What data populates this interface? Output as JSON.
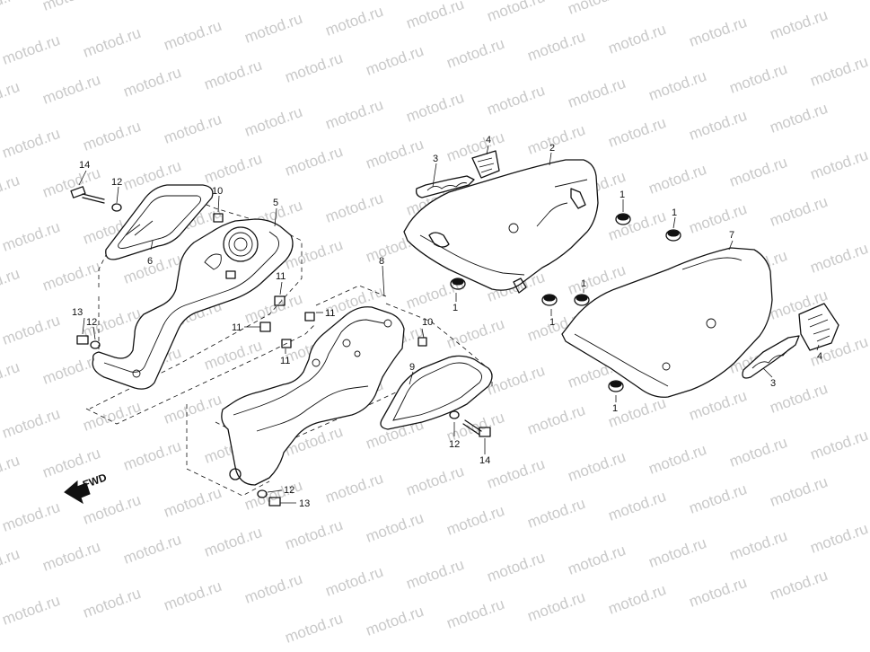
{
  "watermark": {
    "text": "motod.ru"
  },
  "direction_marker": {
    "label": "FWD"
  },
  "callouts": {
    "c1": "1",
    "c2": "2",
    "c3": "3",
    "c4": "4",
    "c5": "5",
    "c6": "6",
    "c7": "7",
    "c8": "8",
    "c9": "9",
    "c10": "10",
    "c11": "11",
    "c12": "12",
    "c13": "13",
    "c14": "14"
  }
}
